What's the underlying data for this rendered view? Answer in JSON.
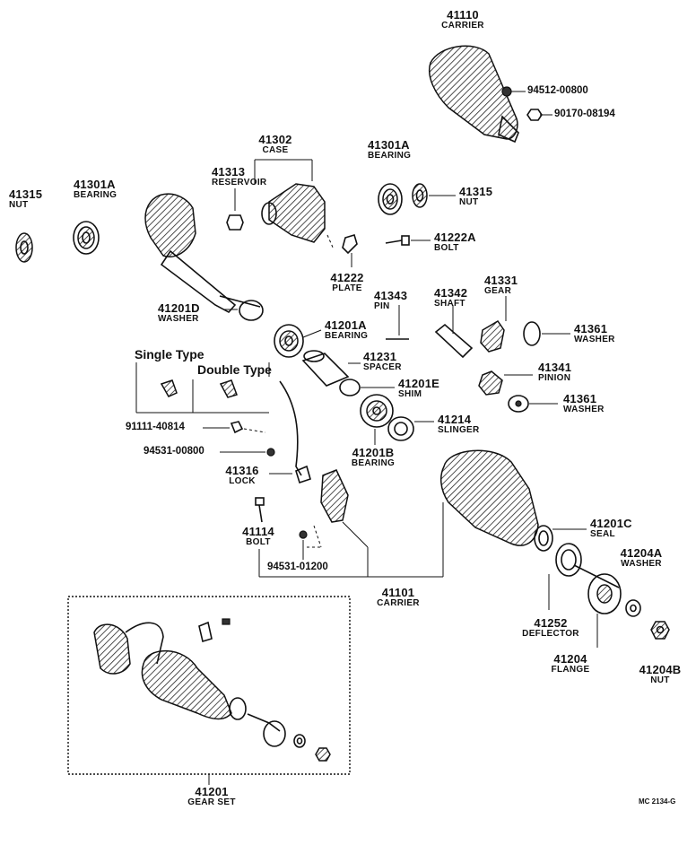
{
  "parts": {
    "p41110": {
      "number": "41110",
      "name": "CARRIER"
    },
    "p94512": {
      "number": "94512-00800"
    },
    "p90170": {
      "number": "90170-08194"
    },
    "p41302": {
      "number": "41302",
      "name": "CASE"
    },
    "p41313": {
      "number": "41313",
      "name": "RESERVOIR"
    },
    "p41301A_right": {
      "number": "41301A",
      "name": "BEARING"
    },
    "p41315_left": {
      "number": "41315",
      "name": "NUT"
    },
    "p41301A_left": {
      "number": "41301A",
      "name": "BEARING"
    },
    "p41315_right": {
      "number": "41315",
      "name": "NUT"
    },
    "p41222A": {
      "number": "41222A",
      "name": "BOLT"
    },
    "p41222": {
      "number": "41222",
      "name": "PLATE"
    },
    "p41201D": {
      "number": "41201D",
      "name": "WASHER"
    },
    "p41343": {
      "number": "41343",
      "name": "PIN"
    },
    "p41342": {
      "number": "41342",
      "name": "SHAFT"
    },
    "p41331": {
      "number": "41331",
      "name": "GEAR"
    },
    "p41361_top": {
      "number": "41361",
      "name": "WASHER"
    },
    "p41201A": {
      "number": "41201A",
      "name": "BEARING"
    },
    "p41231": {
      "number": "41231",
      "name": "SPACER"
    },
    "p41201E": {
      "number": "41201E",
      "name": "SHIM"
    },
    "p41341": {
      "number": "41341",
      "name": "PINION"
    },
    "p41361_bottom": {
      "number": "41361",
      "name": "WASHER"
    },
    "p41214": {
      "number": "41214",
      "name": "SLINGER"
    },
    "p41201B": {
      "number": "41201B",
      "name": "BEARING"
    },
    "p91111": {
      "number": "91111-40814"
    },
    "p94531_800": {
      "number": "94531-00800"
    },
    "p41316": {
      "number": "41316",
      "name": "LOCK"
    },
    "p41114": {
      "number": "41114",
      "name": "BOLT"
    },
    "p94531_1200": {
      "number": "94531-01200"
    },
    "p41101": {
      "number": "41101",
      "name": "CARRIER"
    },
    "p41201C": {
      "number": "41201C",
      "name": "SEAL"
    },
    "p41204A": {
      "number": "41204A",
      "name": "WASHER"
    },
    "p41252": {
      "number": "41252",
      "name": "DEFLECTOR"
    },
    "p41204": {
      "number": "41204",
      "name": "FLANGE"
    },
    "p41204B": {
      "number": "41204B",
      "name": "NUT"
    },
    "p41201": {
      "number": "41201",
      "name": "GEAR SET"
    }
  },
  "variants": {
    "single": "Single Type",
    "double": "Double Type"
  },
  "footer": {
    "code": "MC 2134-G"
  }
}
